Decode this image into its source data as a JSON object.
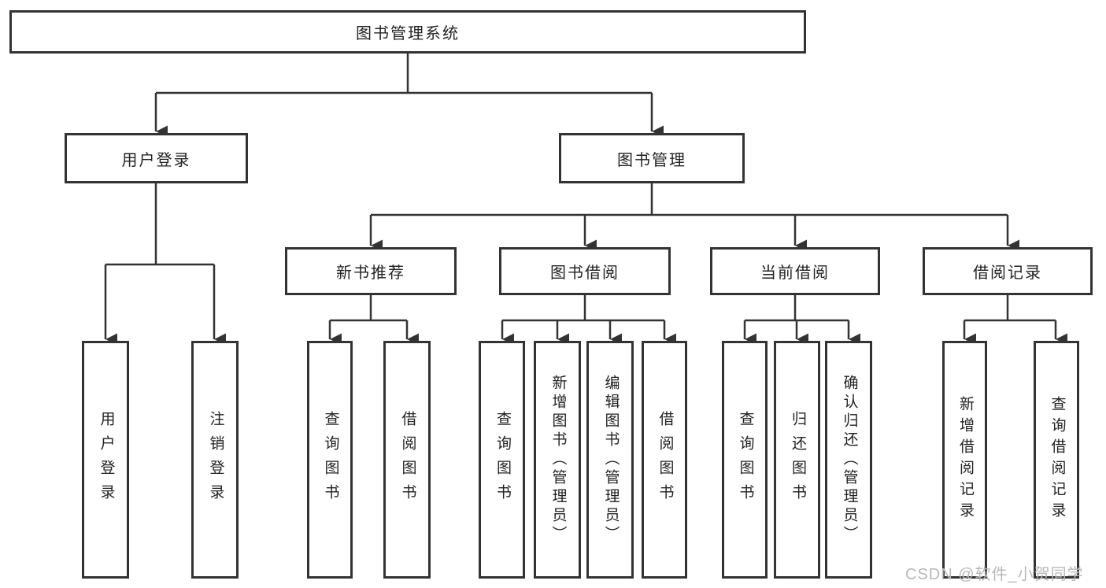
{
  "nodes": {
    "root": "图书管理系统",
    "level2": [
      "用户登录",
      "图书管理"
    ],
    "level3": [
      "新书推荐",
      "图书借阅",
      "当前借阅",
      "借阅记录"
    ],
    "leaves": {
      "login": [
        "用户登录",
        "注销登录"
      ],
      "recommend": [
        "查询图书",
        "借阅图书"
      ],
      "borrow": [
        "查询图书",
        "新增图书（管理员）",
        "编辑图书（管理员）",
        "借阅图书"
      ],
      "current": [
        "查询图书",
        "归还图书",
        "确认归还（管理员）"
      ],
      "records": [
        "新增借阅记录",
        "查询借阅记录"
      ]
    }
  },
  "watermark": "CSDN @软件_小贺同学",
  "colors": {
    "line": "#333333",
    "text": "#222222",
    "watermark": "#b8b8b8",
    "background": "#ffffff"
  }
}
